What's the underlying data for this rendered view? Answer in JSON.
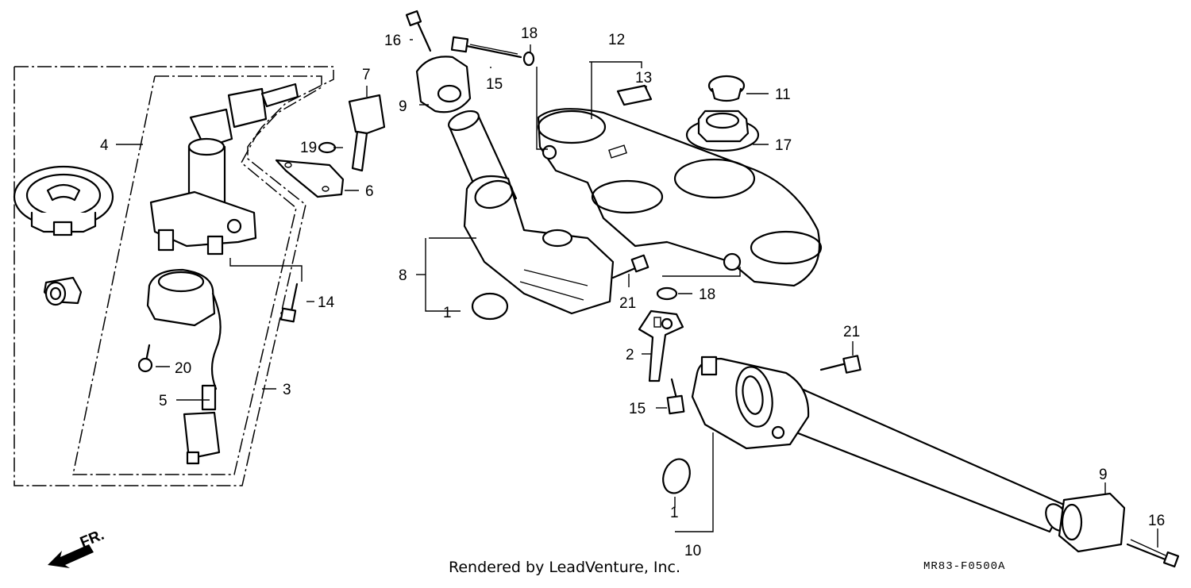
{
  "diagram": {
    "credit": "Rendered by LeadVenture, Inc.",
    "drawing_code": "MR83-F0500A",
    "front_marker": "FR.",
    "callouts": [
      "1",
      "1",
      "2",
      "3",
      "4",
      "5",
      "6",
      "7",
      "8",
      "9",
      "9",
      "10",
      "11",
      "12",
      "13",
      "14",
      "15",
      "15",
      "16",
      "16",
      "17",
      "18",
      "18",
      "19",
      "20",
      "21",
      "21"
    ]
  }
}
